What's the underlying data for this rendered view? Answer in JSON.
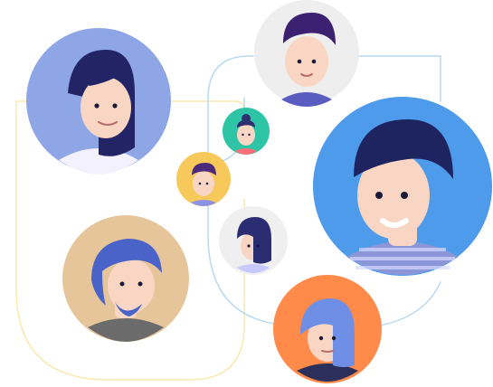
{
  "colors": {
    "connector_blue": "#b9d9ef",
    "connector_yellow": "#f7e9b0",
    "hair_dark": "#222466",
    "hair_navy": "#1d2460",
    "hair_purple": "#3b2170",
    "hair_blue": "#4a63c9",
    "skin": "#f9d6c3",
    "skin_shadow": "#e7b8a4"
  },
  "avatars": [
    {
      "name": "avatar-woman-dark-hair",
      "bg": "#8ea5e6",
      "hair": "#222466",
      "shirt": "#f4f1ff"
    },
    {
      "name": "avatar-man-purple-hair",
      "bg": "#eeeeee",
      "hair": "#3b2170",
      "shirt": "#5a5cc0"
    },
    {
      "name": "avatar-small-bun",
      "bg": "#2ec4a6",
      "hair": "#2d2f6f",
      "shirt": "#ff6f7a"
    },
    {
      "name": "avatar-small-yellow",
      "bg": "#f7c85a",
      "hair": "#4b2a7b",
      "shirt": "#8a93e6"
    },
    {
      "name": "avatar-man-large-blue",
      "bg": "#4d9bea",
      "hair": "#1d2460",
      "shirt": "#8a96d8"
    },
    {
      "name": "avatar-small-girl",
      "bg": "#efefef",
      "hair": "#2a2d72",
      "shirt": "#c7c9ff"
    },
    {
      "name": "avatar-man-blue-hair",
      "bg": "#e6c59a",
      "hair": "#4a63c9",
      "shirt": "#6b6b6b"
    },
    {
      "name": "avatar-woman-orange-bg",
      "bg": "#ff8a4a",
      "hair": "#6f8fe6",
      "shirt": "#2b2f5a"
    }
  ]
}
